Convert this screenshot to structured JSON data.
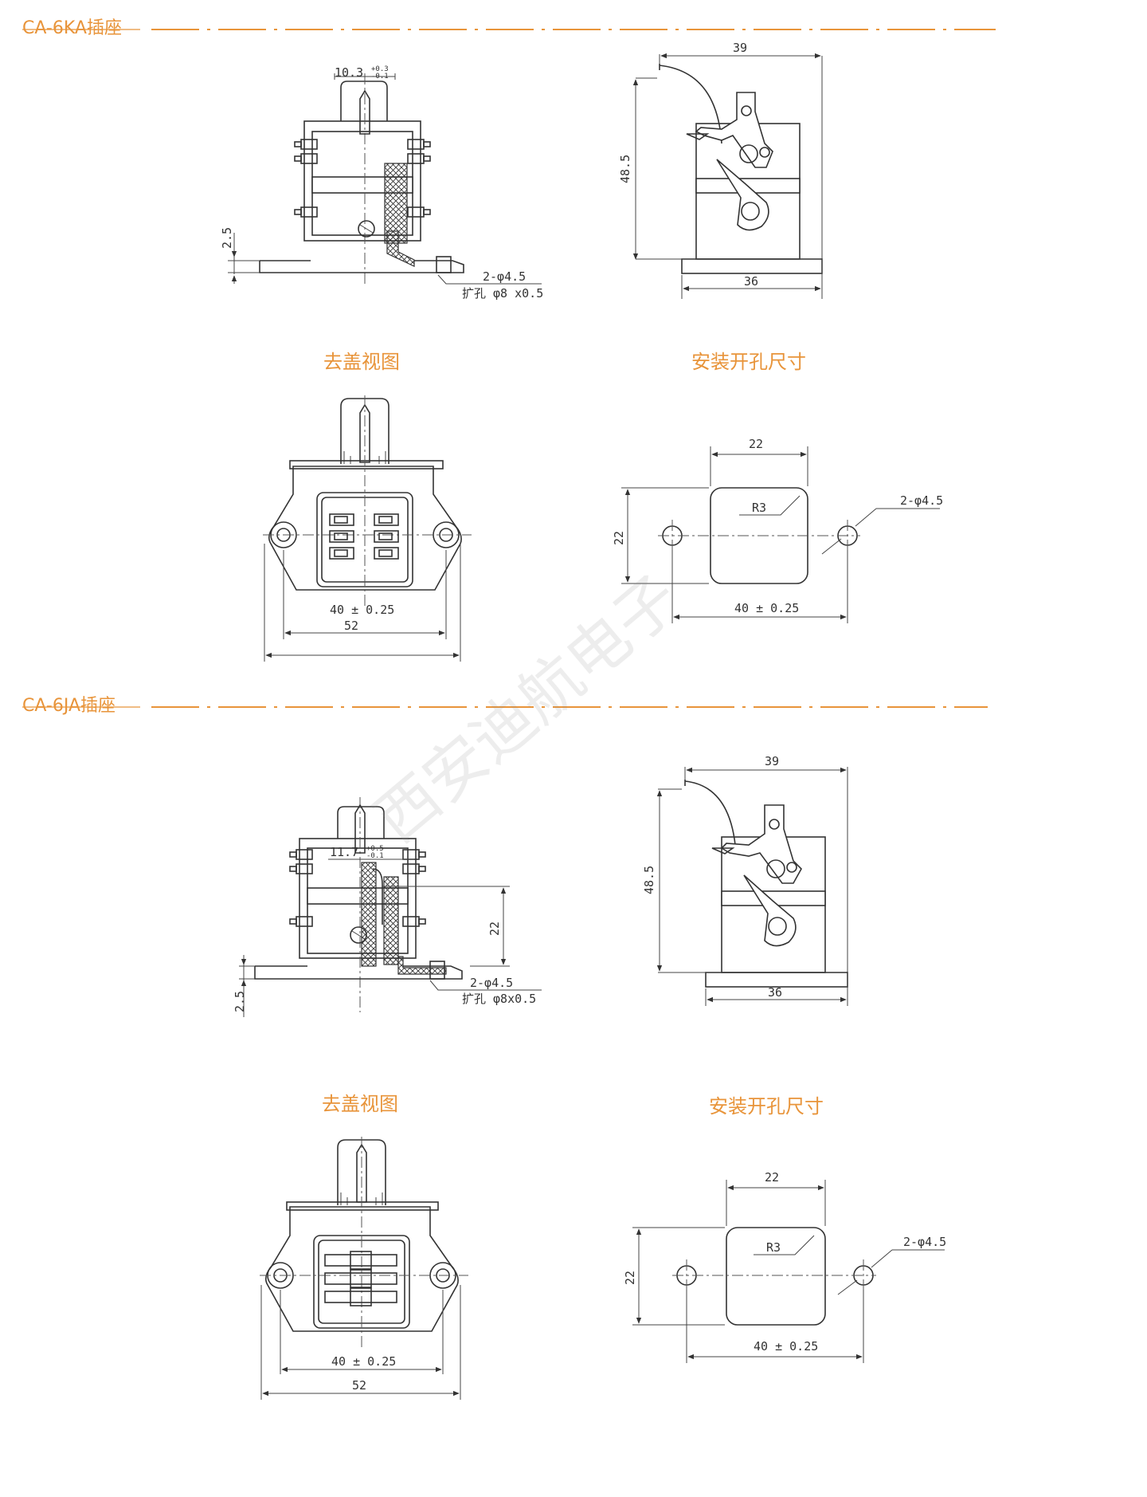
{
  "colors": {
    "accent": "#e8943a",
    "line": "#333333",
    "watermark": "#8c8c8c"
  },
  "watermark": "西安迪航电子",
  "sections": [
    {
      "title": "CA-6KA插座",
      "side": {
        "dim_r": "10.3",
        "tol_r_up": "+0.3",
        "tol_r_dn": "-0.1",
        "dim_h": "2.5",
        "holes": "2-φ4.5",
        "counterbore": "扩孔 φ8 x0.5"
      },
      "front": {
        "width": "39",
        "height": "48.5",
        "base": "36"
      },
      "cover_caption": "去盖视图",
      "mount_caption": "安装开孔尺寸",
      "cover": {
        "pitch": "40 ± 0.25",
        "width": "52"
      },
      "mount": {
        "top": "22",
        "left": "22",
        "radius": "R3",
        "holes": "2-φ4.5",
        "pitch": "40 ± 0.25"
      }
    },
    {
      "title": "CA-6JA插座",
      "side": {
        "dim_r": "11.7",
        "tol_r_up": "+0.5",
        "tol_r_dn": "-0.1",
        "dim_v": "22",
        "dim_h": "2.5",
        "holes": "2-φ4.5",
        "counterbore": "扩孔 φ8x0.5"
      },
      "front": {
        "width": "39",
        "height": "48.5",
        "base": "36"
      },
      "cover_caption": "去盖视图",
      "mount_caption": "安装开孔尺寸",
      "cover": {
        "pitch": "40 ± 0.25",
        "width": "52"
      },
      "mount": {
        "top": "22",
        "left": "22",
        "radius": "R3",
        "holes": "2-φ4.5",
        "pitch": "40 ± 0.25"
      }
    }
  ]
}
